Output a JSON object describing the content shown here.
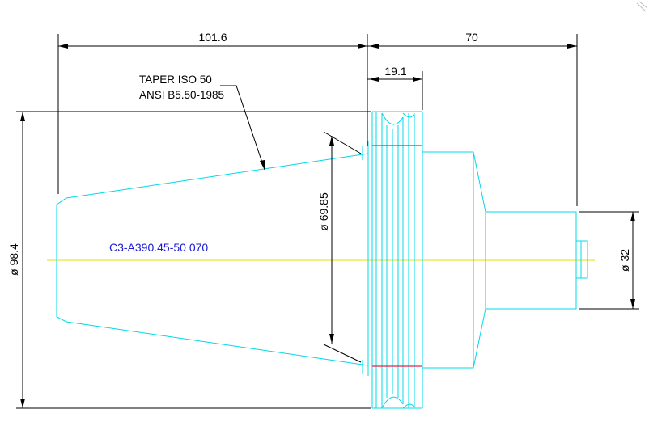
{
  "drawing": {
    "model_label": "C3-A390.45-50 070",
    "taper_note": [
      "TAPER ISO 50",
      "ANSI B5.50-1985"
    ],
    "dimensions": {
      "length_taper": "101.6",
      "length_body": "70",
      "flange_width": "19.1",
      "flange_dia": "ø 98.4",
      "gauge_dia": "ø 69.85",
      "shank_dia": "ø 32"
    }
  },
  "colors": {
    "outline": "#00d8e8",
    "centerline": "#e8e000",
    "marks": "#e8204a",
    "label": "#1a1ad8",
    "dimension": "#000000"
  }
}
